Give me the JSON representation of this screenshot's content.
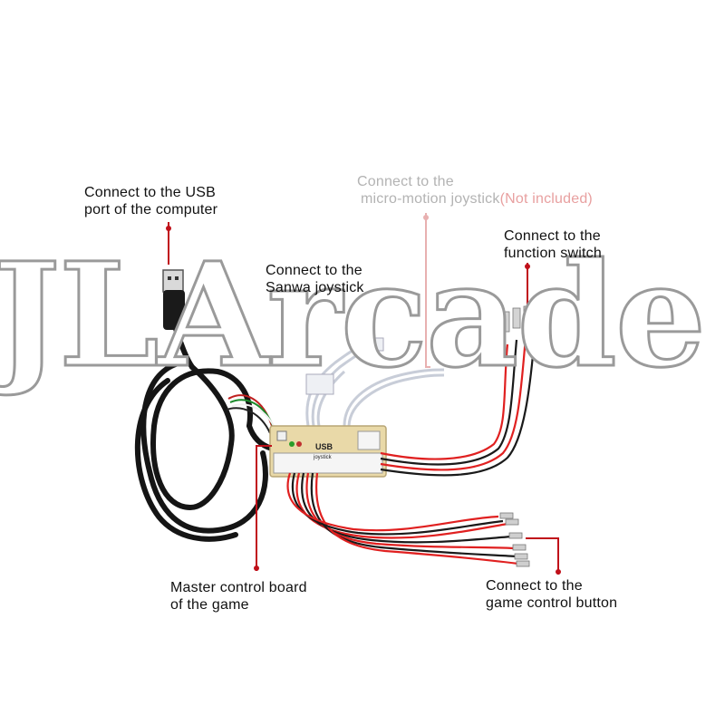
{
  "watermark": "JLArcade",
  "labels": {
    "usb": {
      "line1": "Connect  to the USB",
      "line2": "port of the computer"
    },
    "micro": {
      "line1": "Connect to the",
      "line2a": "micro-motion joystick",
      "line2b": "(Not included)"
    },
    "function": {
      "line1": "Connect to the",
      "line2": "function switch"
    },
    "sanwa": {
      "line1": "Connect to the",
      "line2": "Sanwa joystick"
    },
    "master": {
      "line1": "Master control board",
      "line2": "of the game"
    },
    "button": {
      "line1": "Connect to the",
      "line2": "game control button"
    }
  },
  "board": {
    "text1": "USB",
    "text2": "joystick"
  },
  "colors": {
    "pointer": "#c0101a",
    "pointer_faded": "#e8b0b0",
    "wire_red": "#e02020",
    "wire_black": "#1a1a1a",
    "board": "#e9d9a8"
  }
}
